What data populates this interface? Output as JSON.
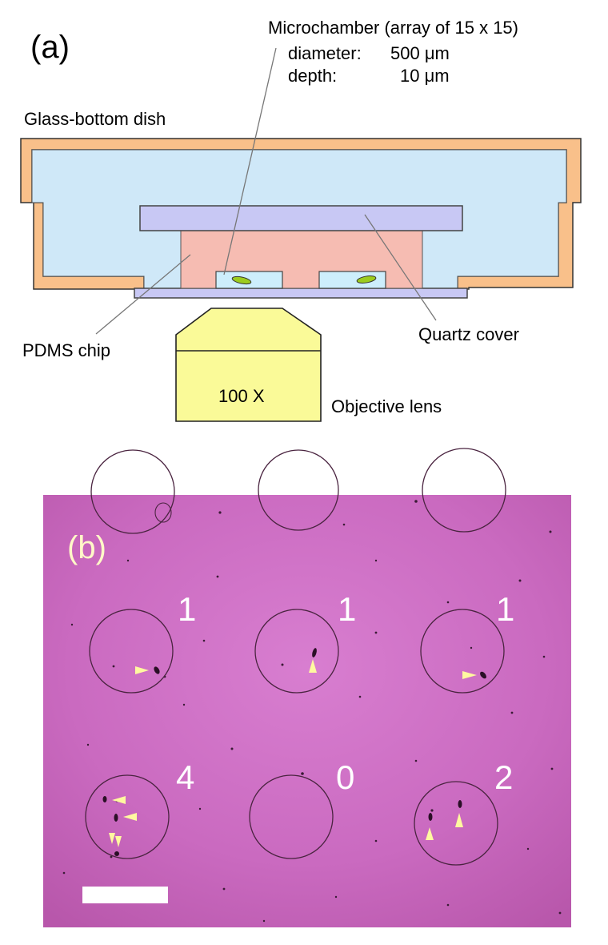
{
  "panel_a": {
    "label": "(a)",
    "microchamber_title": "Microchamber (array of 15 x 15)",
    "diameter_label": "diameter:",
    "diameter_value": "500 μm",
    "depth_label": "depth:",
    "depth_value": "10 μm",
    "dish_label": "Glass-bottom dish",
    "pdms_label": "PDMS chip",
    "quartz_label": "Quartz cover",
    "lens_text": "100 X",
    "objective_label": "Objective lens",
    "colors": {
      "dish_wall": "#f9c08a",
      "medium": "#cfe8f8",
      "quartz": "#c8c8f4",
      "pdms": "#f6bcb2",
      "chamber": "#cdeefc",
      "cell": "#9ccc1e",
      "lens": "#fafa98"
    }
  },
  "panel_b": {
    "label": "(b)",
    "background_color": "#cc6cc0",
    "arrow_color": "#fff8a0",
    "counts_top": [
      "1",
      "1",
      "1"
    ],
    "counts_bottom": [
      "4",
      "0",
      "2"
    ],
    "scale_bar_icon": "scale-bar"
  }
}
